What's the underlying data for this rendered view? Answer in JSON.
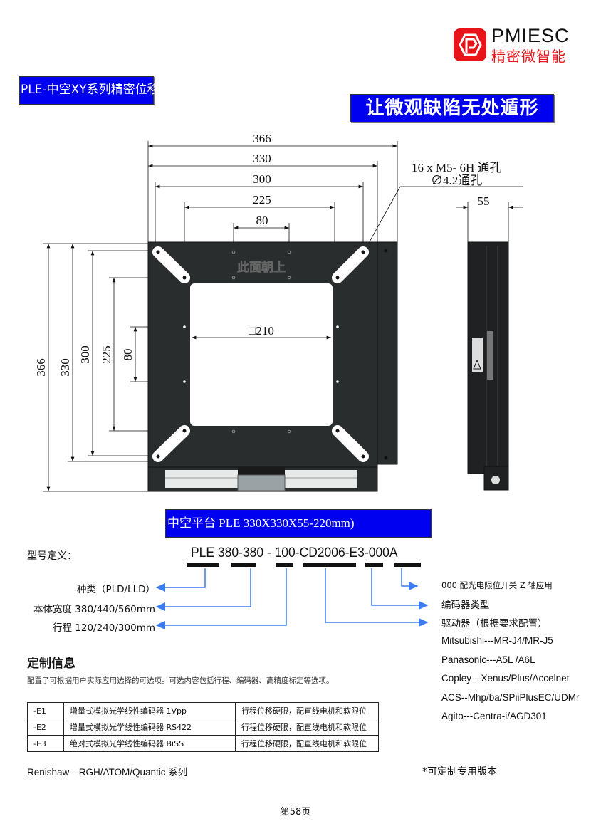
{
  "header": {
    "brand_en": "PMIESC",
    "brand_cn": "精密微智能",
    "colors": {
      "brand_red": "#e8141a",
      "banner_blue": "#0000f0",
      "arrow_blue": "#3b7bf0",
      "part_dark": "#2a2d2e"
    }
  },
  "banners": {
    "series_title": "PLE-中空XY系列精密位移模组",
    "slogan": "让微观缺陷无处遁形",
    "platform": "中空平台 PLE 330X330X55-220mm)"
  },
  "drawing": {
    "top_dims": [
      "366",
      "330",
      "300",
      "225",
      "80"
    ],
    "left_dims": [
      "366",
      "330",
      "300",
      "225",
      "80"
    ],
    "aperture": "□210",
    "hole_note_1": "16 x M5- 6H 通孔",
    "hole_note_2": "∅4.2通孔",
    "side_dim": "55",
    "plate_marking": "此面朝上"
  },
  "model": {
    "label": "型号定义：",
    "code": "PLE 380-380 - 100-CD2006-E3-000A",
    "left_items": [
      "种类（PLD/LLD）",
      "本体宽度 380/440/560mm",
      "行程 120/240/300mm"
    ],
    "right_items": [
      "000  配光电限位开关  Z 轴应用",
      "编码器类型",
      "驱动器（根据要求配置）"
    ],
    "drivers": [
      "Mitsubishi---MR-J4/MR-J5",
      "Panasonic---A5L /A6L",
      "Copley---Xenus/Plus/Accelnet",
      "ACS--Mhp/ba/SPiiPlusEC/UDMr",
      "Agito---Centra-i/AGD301"
    ]
  },
  "custom": {
    "title": "定制信息",
    "desc": "配置了可根据用户实际应用选择的可选项。可选内容包括行程、编码器、高精度标定等选项。",
    "rows": [
      {
        "code": "-E1",
        "encoder": "增量式模拟光学线性编码器 1Vpp",
        "note": "行程位移硬限，配直线电机和软限位"
      },
      {
        "code": "-E2",
        "encoder": "增量式模拟光学线性编码器 RS422",
        "note": "行程位移硬限，配直线电机和软限位"
      },
      {
        "code": "-E3",
        "encoder": "绝对式模拟光学线性编码器 BiSS",
        "note": "行程位移硬限，配直线电机和软限位"
      }
    ],
    "renishaw": "Renishaw---RGH/ATOM/Quantic  系列",
    "custom_note": "*可定制专用版本"
  },
  "footer": {
    "page": "第58页"
  }
}
